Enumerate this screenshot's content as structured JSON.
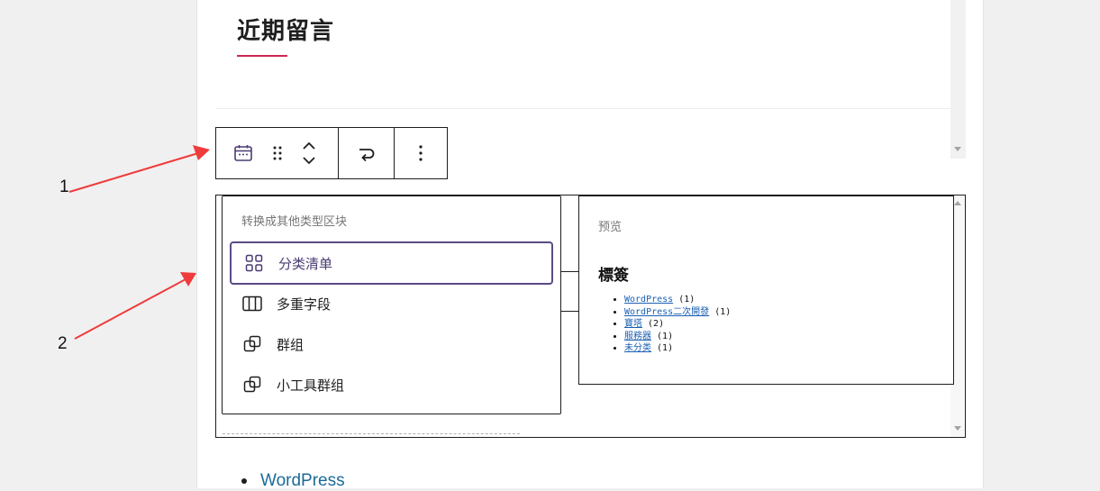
{
  "page": {
    "heading": "近期留言",
    "accent_color": "#cd2653"
  },
  "toolbar": {
    "block_icon": "calendar-icon",
    "drag_icon": "drag-handle-icon",
    "move_up_icon": "chevron-up-icon",
    "move_down_icon": "chevron-down-icon",
    "transform_icon": "transform-loop-icon",
    "more_icon": "more-vertical-icon"
  },
  "transform_menu": {
    "header": "转换成其他类型区块",
    "items": [
      {
        "label": "分类清单",
        "icon": "categories-grid-icon",
        "selected": true
      },
      {
        "label": "多重字段",
        "icon": "columns-icon",
        "selected": false
      },
      {
        "label": "群组",
        "icon": "group-icon",
        "selected": false
      },
      {
        "label": "小工具群组",
        "icon": "widget-group-icon",
        "selected": false
      }
    ],
    "selected_color": "#5b4b86"
  },
  "preview": {
    "label": "预览",
    "title": "標簽",
    "items": [
      {
        "name": "WordPress",
        "count": "(1)"
      },
      {
        "name": "WordPress二次開發",
        "count": "(1)"
      },
      {
        "name": "寶塔",
        "count": "(2)"
      },
      {
        "name": "服務器",
        "count": "(1)"
      },
      {
        "name": "未分类",
        "count": "(1)"
      }
    ]
  },
  "content": {
    "bullet_link": "WordPress",
    "link_color": "#1a6a99"
  },
  "annotations": {
    "label_1": "1",
    "label_2": "2",
    "arrow_color": "#ef3b3b"
  }
}
